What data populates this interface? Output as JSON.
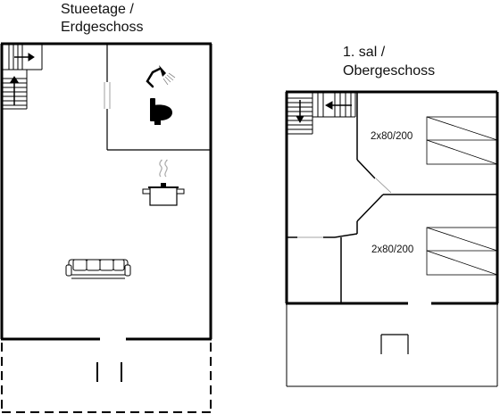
{
  "ground_floor": {
    "title_line1": "Stueetage /",
    "title_line2": "Erdgeschoss"
  },
  "upper_floor": {
    "title_line1": "1. sal /",
    "title_line2": "Obergeschoss",
    "beds": [
      {
        "label": "2x80/200"
      },
      {
        "label": "2x80/200"
      }
    ]
  },
  "icons": [
    "stairs-up-icon",
    "shower-icon",
    "toilet-icon",
    "stove-pot-icon",
    "sofa-icon",
    "stairs-down-icon",
    "bed-icon"
  ],
  "colors": {
    "wall": "#000000",
    "line": "#333333",
    "background": "#ffffff"
  }
}
